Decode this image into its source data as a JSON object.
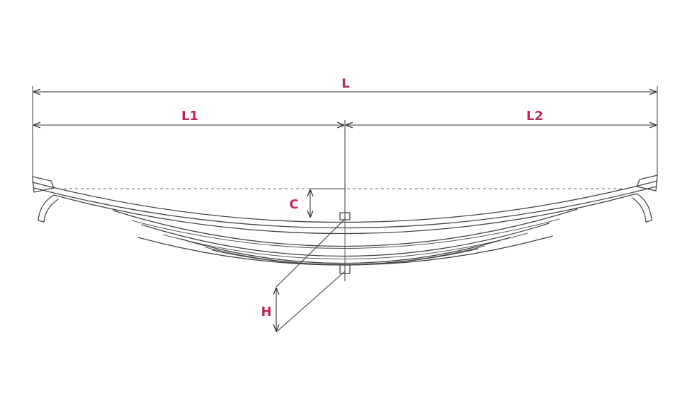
{
  "labels": {
    "total_length": "L",
    "left_length": "L1",
    "right_length": "L2",
    "camber": "C",
    "height": "H"
  },
  "colors": {
    "label": "#c0245c",
    "line": "#333333"
  }
}
